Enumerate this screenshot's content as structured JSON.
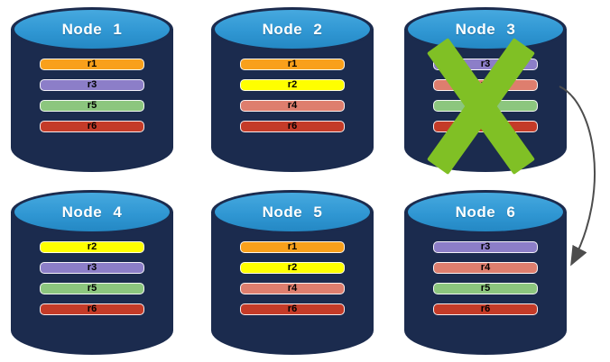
{
  "diagram": {
    "nodes": [
      {
        "name": "Node 1",
        "replicas": [
          "r1",
          "r3",
          "r5",
          "r6"
        ],
        "failed": false
      },
      {
        "name": "Node 2",
        "replicas": [
          "r1",
          "r2",
          "r4",
          "r6"
        ],
        "failed": false
      },
      {
        "name": "Node 3",
        "replicas": [
          "r3",
          "r4",
          "r5",
          "r6"
        ],
        "failed": true
      },
      {
        "name": "Node 4",
        "replicas": [
          "r2",
          "r3",
          "r5",
          "r6"
        ],
        "failed": false
      },
      {
        "name": "Node 5",
        "replicas": [
          "r1",
          "r2",
          "r4",
          "r6"
        ],
        "failed": false
      },
      {
        "name": "Node 6",
        "replicas": [
          "r3",
          "r4",
          "r5",
          "r6"
        ],
        "failed": false
      }
    ],
    "replica_colors": {
      "r1": "#F9A01B",
      "r2": "#FFFF00",
      "r3": "#8C7EC8",
      "r4": "#DE7E6E",
      "r5": "#8CC67E",
      "r6": "#C43B28"
    },
    "colors": {
      "cylinder_body": "#1B2B4E",
      "cylinder_top": "#3097D3",
      "title_text": "#FFFFFF",
      "bar_label": "#000000",
      "failure_x": "#80C025",
      "arrow": "#4D4D4D"
    },
    "arrow": {
      "from": "Node 3",
      "to": "Node 6"
    }
  }
}
